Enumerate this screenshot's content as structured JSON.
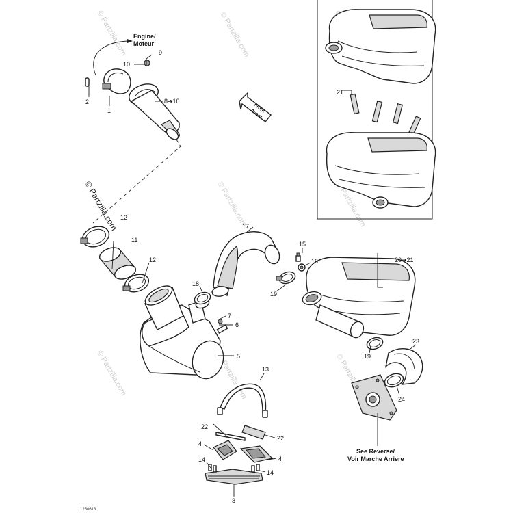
{
  "labels": {
    "engine_note_line1": "Engine/",
    "engine_note_line2": "Moteur",
    "front_line1": "Front",
    "front_line2": "Avant",
    "reverse_line1": "See Reverse/",
    "reverse_line2": "Voir Marche Arriere",
    "diagram_code": "1250613"
  },
  "watermarks": {
    "main": "© Partzilla.com",
    "faint": "© Partzilla.com"
  },
  "callouts": {
    "c1": "1",
    "c2": "2",
    "c3": "3",
    "c4a": "4",
    "c4b": "4",
    "c5": "5",
    "c6": "6",
    "c7": "7",
    "c8": "8➔10",
    "c9": "9",
    "c10": "10",
    "c11": "11",
    "c12a": "12",
    "c12b": "12",
    "c13": "13",
    "c14a": "14",
    "c14b": "14",
    "c15": "15",
    "c16": "16",
    "c17": "17",
    "c18": "18",
    "c19a": "19",
    "c19b": "19",
    "c20": "20➔21",
    "c21": "21",
    "c22a": "22",
    "c22b": "22",
    "c23": "23",
    "c24": "24"
  }
}
